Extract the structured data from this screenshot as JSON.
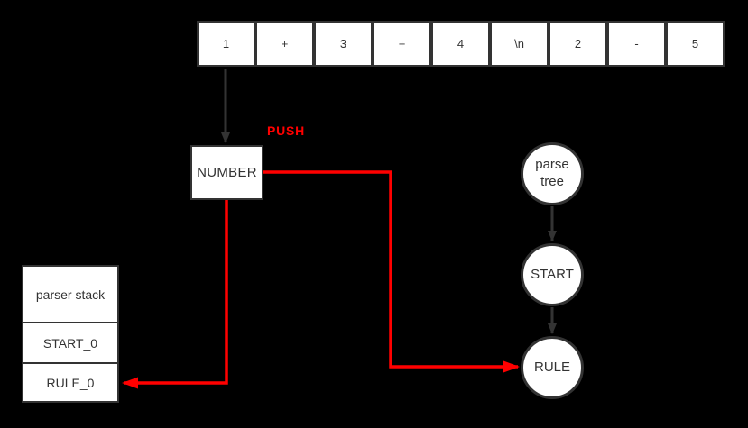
{
  "colors": {
    "background": "#000000",
    "node_fill": "#ffffff",
    "line_and_text": "#333333",
    "accent_red": "#ff0000"
  },
  "token_strip": {
    "tokens": [
      "1",
      "+",
      "3",
      "+",
      "4",
      "\\n",
      "2",
      "-",
      "5"
    ]
  },
  "labels": {
    "push": "PUSH"
  },
  "number_box": {
    "label": "NUMBER"
  },
  "parser_stack": {
    "header": "parser stack",
    "items": [
      "START_0",
      "RULE_0"
    ]
  },
  "parse_tree": {
    "nodes": [
      "parse tree",
      "START",
      "RULE"
    ]
  }
}
